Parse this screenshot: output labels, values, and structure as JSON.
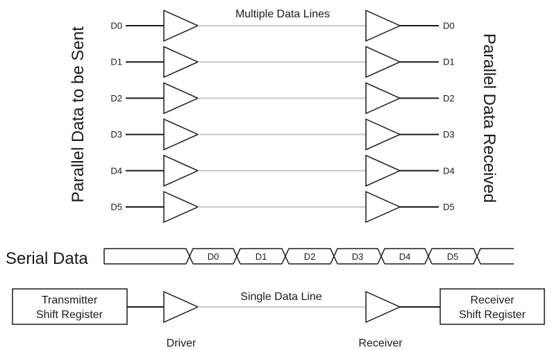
{
  "diagram": {
    "title_multiple": "Multiple Data Lines",
    "left_vertical_label": "Parallel Data to be Sent",
    "right_vertical_label": "Parallel Data Received",
    "signals": [
      "D0",
      "D1",
      "D2",
      "D3",
      "D4",
      "D5"
    ],
    "serial_label": "Serial Data",
    "serial_bits": [
      "D0",
      "D1",
      "D2",
      "D3",
      "D4",
      "D5"
    ],
    "single_line_label": "Single Data Line",
    "transmitter_line1": "Transmitter",
    "transmitter_line2": "Shift Register",
    "receiver_line1": "Receiver",
    "receiver_line2": "Shift Register",
    "driver_label": "Driver",
    "receiver_label": "Receiver"
  }
}
